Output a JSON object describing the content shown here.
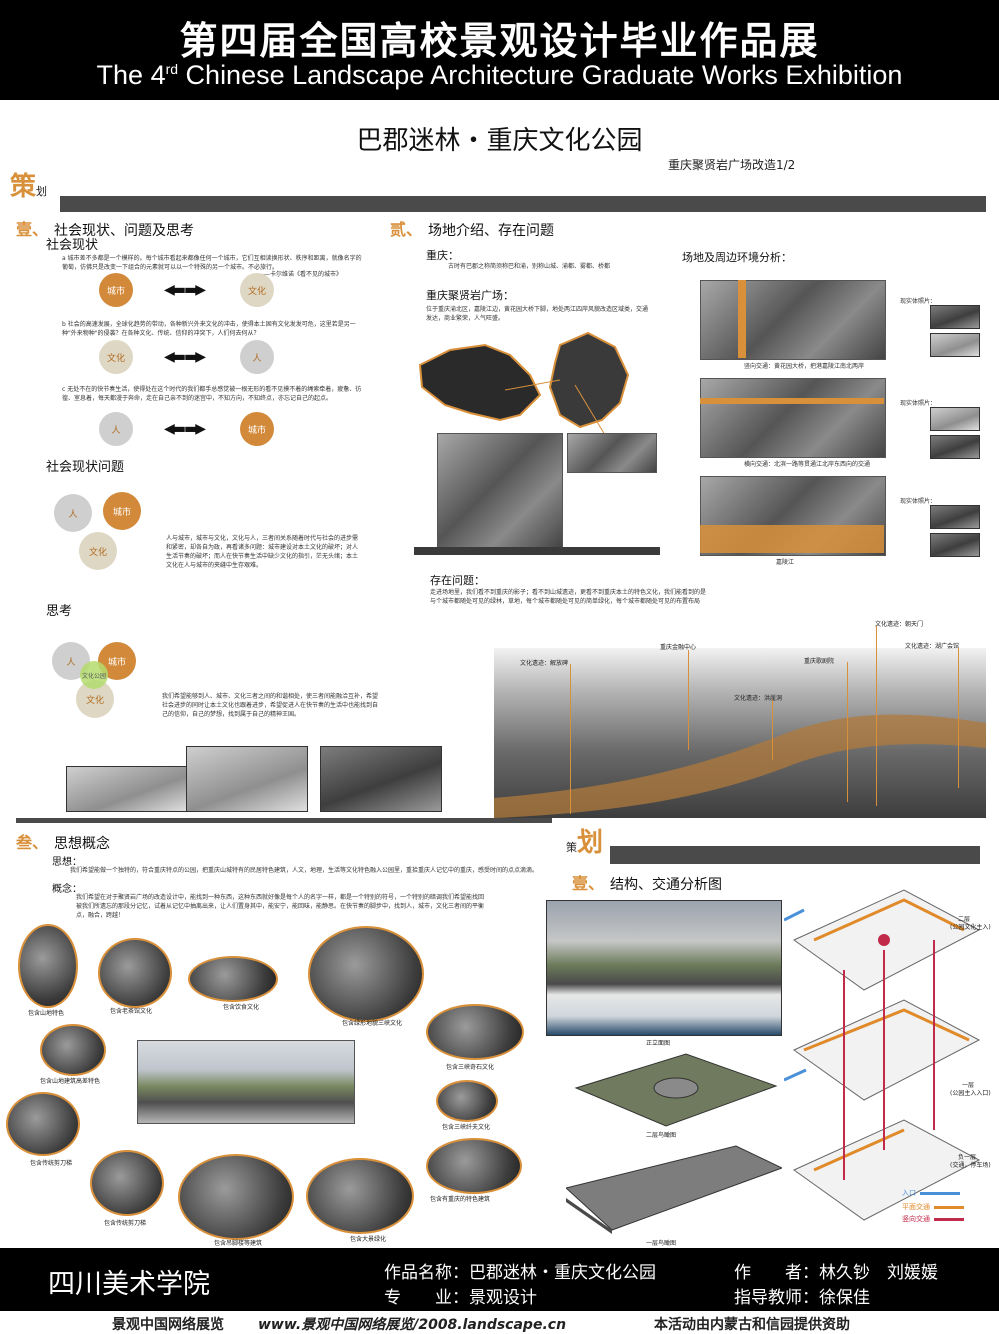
{
  "header": {
    "title_cn": "第四届全国高校景观设计毕业作品展",
    "title_en_pre": "The 4",
    "title_en_sup": "rd",
    "title_en_post": " Chinese Landscape Architecture Graduate Works Exhibition"
  },
  "project": {
    "title": "巴郡迷林・重庆文化公园",
    "subtitle": "重庆聚贤岩广场改造1/2"
  },
  "section_mark": {
    "big": "策",
    "small": "划"
  },
  "section_mark2": {
    "small": "策",
    "big": "划"
  },
  "sec1": {
    "num": "壹、",
    "title": "社会现状、问题及思考",
    "sub1": "社会现状",
    "para_a": "a  城市差不多都是一个模样的。每个城市看起来都像任何一个城市，它们互相读换形状、秩序和距离，就像名字的葡萄，仿佛只是改变一下组合的元素就可以以一个特殊的另一个城市。不必旅行。",
    "quote": "——卡尔维诺《看不见的城市》",
    "pair1": [
      "城市",
      "文化"
    ],
    "para_b": "b  社会的高速发展，全球化趋势的带动，各种新兴外来文化的冲击，使得本土固有文化发发可危，这里若是另一种\"外来物种\"的侵袭？在各种文化、传统、信仰的冲突下，人们何去何从？",
    "pair2": [
      "文化",
      "人"
    ],
    "para_c": "c  无处不在的快节奏生活，使得处在这个时代的我们都手总感觉被一根无形的看不见摸不着的绳索牵着，疲惫、彷徨、室息着，每天都漫于奔命，走在自己亲不到的迷宫中，不知方向，不知终点，亦忘记自己的起点。",
    "pair3": [
      "人",
      "城市"
    ],
    "sub2": "社会现状问题",
    "venn1": [
      "人",
      "城市",
      "文化"
    ],
    "para_problem": "人与城市，城市与文化，文化与人，三者间关系随着时代与社会的进步需和紧密，却各自为政，再看诸多问题：城市建设对本土文化的破坏；对人生活节奏的破坏；而人在快节奏生活中缺少文化的指引，茫无头绪；本土文化在人与城市的夹缝中生存艰难。",
    "sub3": "思考",
    "venn2": [
      "人",
      "城市",
      "文化",
      "文化公园"
    ],
    "para_think": "我们希望能够到人、城市、文化三者之间的和谐相处，使三者间能融洽互补，希望社会进步的同时让本土文化也跟着进步，希望促进人在快节奏的生活中也能找到自己的信仰，自己的梦想，找到属于自己的精神王国。"
  },
  "sec2": {
    "num": "贰、",
    "title": "场地介绍、存在问题",
    "cq_h": "重庆：",
    "cq_p": "古时有巴郡之称简须称巴和渝，别称山城、渝都、雾都、桥都",
    "plaza_h": "重庆聚贤岩广场：",
    "plaza_p": "位于重庆渝北区，嘉陵江边，黄花园大桥下脚，地处两江四岸风貌改造区域类，交通发达，商业繁荣，人气旺盛。",
    "env_h": "场地及周边环境分析：",
    "real_photo": "现实体照片：",
    "cap1": "竖向交通：黄花园大桥，把港嘉陵江南北两岸",
    "cap2": "横向交通：北滨一路等贯通江北岸东西向的交通",
    "cap3": "嘉陵江",
    "problem_h": "存在问题：",
    "problem_p": "走进场地里，我们看不到重庆的影子；看不到山城遗迹，更看不到重庆本土的特色文化，我们能看到的是与个城市都随处可见的绿林，草地，每个城市都随处可见的简单绿化，每个城市都随处可见的布置布局",
    "pano_labels": [
      "文化遗迹：解放碑",
      "文化遗迹：洪崖洞",
      "重庆金融中心",
      "重庆歌剧院",
      "文化遗迹：朝天门",
      "文化遗迹：湖广会馆"
    ]
  },
  "sec3": {
    "num": "叁、",
    "title": "思想概念",
    "idea_h": "思想：",
    "idea_p": "我们希望能做一个独特的，符合重庆特点的公园，把重庆山城特有的民居特色建筑，人文，地理，生活等文化特色融入公园里，重拾重庆人记忆中的重庆，感受时间的点点滴滴。",
    "concept_h": "概念：",
    "concept_p": "我们希望在对于聚贤岩广场的改造设计中，能找到一种东西，这种东西就好像是每个人的名字一样，都是一个特别的符号，一个特别的暗调我们希望能找回被我们所遗忘的那段分记忆，试着从记忆中抽离出来，让人们置身其中，能安宁，能回味，能静思。在快节奏的脚步中，找到人，城市，文化三者间的平衡点，融合，跨越！",
    "labels": [
      "包含山地特色",
      "包含老茶馆文化",
      "包含饮食文化",
      "包含绿形地貌三峡文化",
      "包含三峡奇石文化",
      "包含山地建筑高差特色",
      "包含三峡纤夫文化",
      "包含传统剪刀梯",
      "包含有重庆的特色建筑",
      "包含传统剪刀梯",
      "包含吊脚楼等建筑",
      "包含大景绿化"
    ]
  },
  "sec4": {
    "num": "壹、",
    "title": "结构、交通分析图",
    "elev_label": "正立面图",
    "aerial2_label": "二层鸟瞰图",
    "aerial1_label": "一层鸟瞰图",
    "floor2": "二层",
    "floor2_sub": "(公园文化主入)",
    "floor1": "一层",
    "floor1_sub": "(公园主入入口)",
    "floorb": "负一层",
    "floorb_sub": "(交通，停车场)",
    "legend": [
      "入口",
      "平面交通",
      "竖向交通"
    ],
    "legend_colors": [
      "#4a90d9",
      "#e08a2a",
      "#c22a4a"
    ]
  },
  "footer": {
    "school": "四川美术学院",
    "work_label": "作品名称：巴郡迷林・重庆文化公园",
    "major_label": "专　　业：景观设计",
    "author_label": "作　　者：林久钞　刘媛媛",
    "advisor_label": "指导教师：徐保佳",
    "bottom_left": "景观中国网络展览",
    "bottom_url": "www.景观中国网络展览/2008.landscape.cn",
    "bottom_right": "本活动由内蒙古和信园提供资助"
  },
  "colors": {
    "accent": "#d9903a",
    "bar": "#4a4a4a",
    "header": "#000000"
  }
}
